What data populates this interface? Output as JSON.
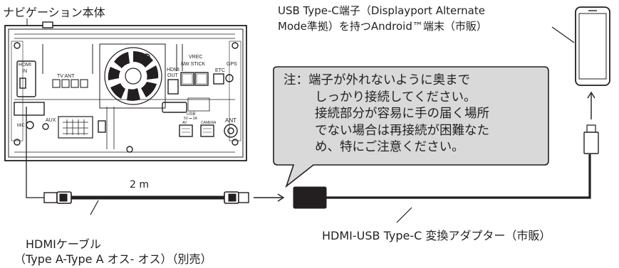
{
  "labels": {
    "navigation_unit": "ナビゲーション本体",
    "device_line1": "USB Type-C端子（Displayport Alternate",
    "device_line2": "Mode準拠）を持つAndroid™端末（市販）",
    "cable_length": "2 m",
    "cable_name": "HDMIケーブル",
    "cable_spec": "（Type A-Type A オス- オス）（別売）",
    "adapter_name": "HDMI-USB Type-C 変換アダプター（市販）"
  },
  "unit_port_labels": {
    "hdmi_in": [
      "HDMI",
      "IN"
    ],
    "tv_ant": "TV ANT",
    "vrec": "VREC",
    "nw_stick": "NW STICK",
    "hdmi_out": [
      "HDMI",
      "OUT"
    ],
    "etc": "ETC",
    "gps": "GPS",
    "aux": "AUX",
    "usb": [
      "USB",
      "5V ⎓ 2A"
    ],
    "av": "AV",
    "camera": "CAMERA",
    "ant": "ANT",
    "mic": "MIC"
  },
  "callout": {
    "line1": "注：端子が外れないように奥まで",
    "line2": "しっかり接続してください。",
    "line3": "接続部分が容易に手の届く場所",
    "line4": "でない場合は再接続が困難なた",
    "line5": "め、特にご注意ください。"
  },
  "colors": {
    "line": "#231f20",
    "callout_fill": "#d9d9d9",
    "unit_fill": "#ffffff",
    "cable": "#1a1a1a"
  }
}
